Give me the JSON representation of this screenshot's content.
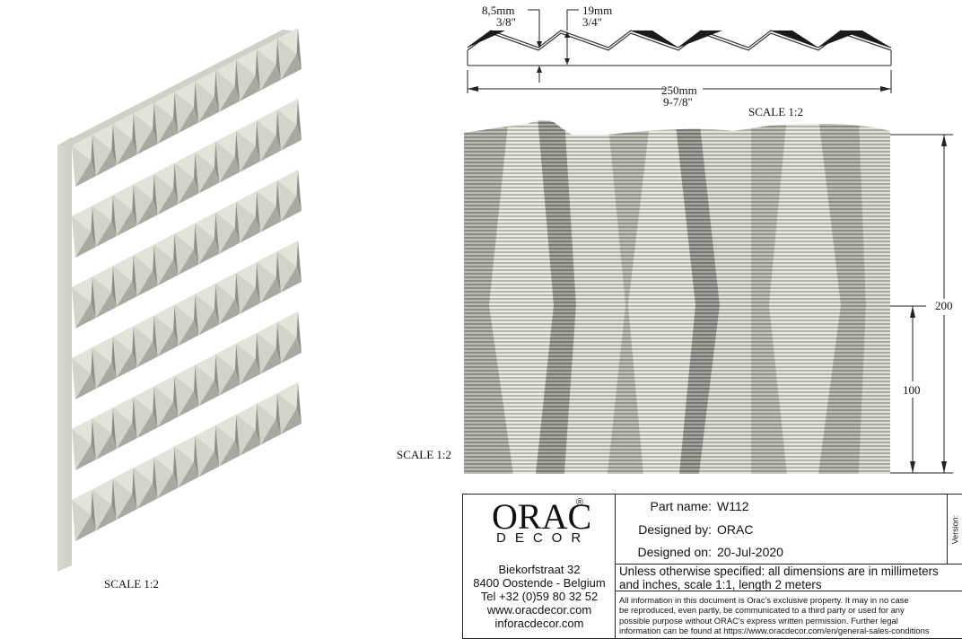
{
  "views": {
    "iso": {
      "scale_label": "SCALE 1:2"
    },
    "front": {
      "scale_label": "SCALE 1:2",
      "dim_height_total": "200",
      "dim_height_half": "100"
    },
    "profile": {
      "scale_label": "SCALE 1:2",
      "depth_mm": "8,5mm",
      "depth_in": "3/8\"",
      "height_mm": "19mm",
      "height_in": "3/4\"",
      "width_mm": "250mm",
      "width_in": "9-7/8\""
    }
  },
  "title_block": {
    "logo": {
      "brand": "ORAC",
      "sub": "DECOR",
      "registered": "®"
    },
    "address": [
      "Biekorfstraat 32",
      "8400 Oostende - Belgium",
      "Tel  +32 (0)59 80 32 52",
      "www.oracdecor.com",
      "inforacdecor.com"
    ],
    "fields": [
      {
        "label": "Part name:",
        "value": "W112"
      },
      {
        "label": "Designed by:",
        "value": "ORAC"
      },
      {
        "label": "Designed on:",
        "value": "20-Jul-2020"
      }
    ],
    "version_label": "Version:",
    "note_lines": [
      "Unless otherwise specified: all dimensions are in millimeters",
      "and inches, scale 1:1, length 2 meters"
    ],
    "legal_lines": [
      "All information in this document is Orac's exclusive property.  It may in no case",
      "be reproduced, even partly, be communicated to a third party or used for any",
      "possible purpose without ORAC's express written permission. Further legal",
      "information can be found at https://www.oracdecor.com/en/general-sales-conditions"
    ]
  },
  "colors": {
    "panel_light": "#e6e6dc",
    "panel_mid": "#b9b9b0",
    "panel_dark": "#8e8e88",
    "line": "#222222"
  }
}
